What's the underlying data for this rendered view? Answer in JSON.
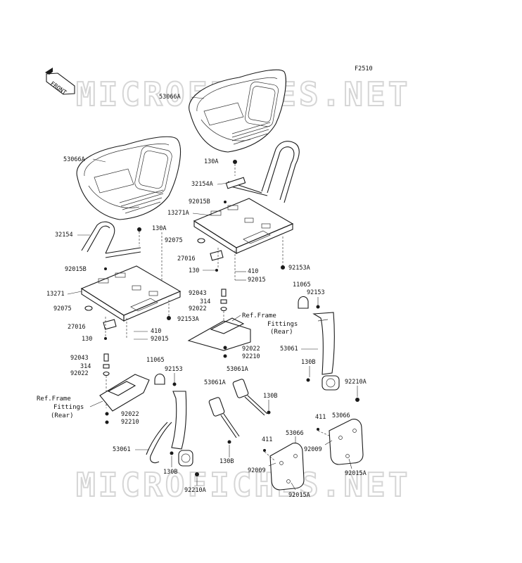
{
  "diagram_code": "F2510",
  "front_arrow_label": "FRONT",
  "watermark": "MICROFICHES.NET",
  "labels": {
    "seat_right": "53066A",
    "seat_left": "53066A",
    "bolt_130A_top": "130A",
    "bar_32154A": "32154A",
    "clip_92015B_r": "92015B",
    "bracket_13271A": "13271A",
    "bolt_130A_mid": "130A",
    "bar_32154": "32154",
    "washer_92075_r": "92075",
    "damper_27016_r": "27016",
    "bolt_130_r": "130",
    "nut_410_r": "410",
    "nut_92015_r": "92015",
    "nut_92153A_r": "92153A",
    "clip_92015B_l": "92015B",
    "bracket_13271": "13271",
    "washer_92075_l": "92075",
    "spacer_92043_c": "92043",
    "part_314_c": "314",
    "collar_92022_c": "92022",
    "damper_27016_l": "27016",
    "nut_92153A_l": "92153A",
    "bolt_130_l": "130",
    "nut_410_l": "410",
    "nut_92015_l": "92015",
    "ref_frame_c_1": "Ref.Frame",
    "ref_frame_c_2": "Fittings",
    "ref_frame_c_3": "(Rear)",
    "collar_92022_c2": "92022",
    "nut_92210_c": "92210",
    "cap_11065_r": "11065",
    "bolt_92153_r": "92153",
    "belt_53061_r": "53061",
    "bolt_130B_r": "130B",
    "nut_92210A_r": "92210A",
    "spacer_92043_l": "92043",
    "part_314_l": "314",
    "collar_92022_l": "92022",
    "cap_11065_l": "11065",
    "bolt_92153_l": "92153",
    "buckle_53061A_c": "53061A",
    "buckle_53061A_l": "53061A",
    "bolt_130B_c": "130B",
    "ref_frame_l_1": "Ref.Frame",
    "ref_frame_l_2": "Fittings",
    "ref_frame_l_3": "(Rear)",
    "collar_92022_l2": "92022",
    "nut_92210_l": "92210",
    "pad_53066_c": "53066",
    "pad_53066_r": "53066",
    "screw_411_c": "411",
    "screw_411_r": "411",
    "bolt_130B_l2": "130B",
    "belt_53061_l": "53061",
    "nut_92009_r": "92009",
    "nut_92009_c": "92009",
    "bolt_130B_l": "130B",
    "nut_92015A_r": "92015A",
    "nut_92210A_l": "92210A",
    "nut_92015A_c": "92015A"
  }
}
